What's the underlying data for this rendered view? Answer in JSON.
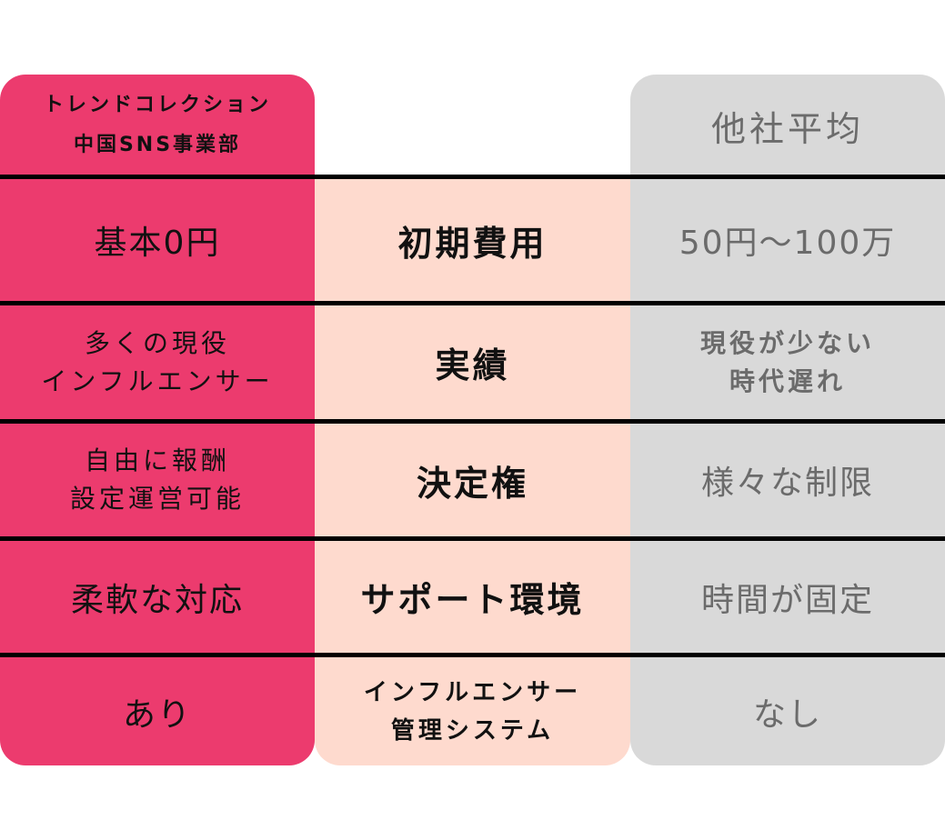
{
  "colors": {
    "ours_column": "#ec3b6e",
    "category_column": "#fedace",
    "other_column": "#d9d9d9",
    "other_text": "#6b6b6b",
    "divider": "#000000"
  },
  "header": {
    "ours_line1": "トレンドコレクション",
    "ours_line2": "中国SNS事業部",
    "other": "他社平均"
  },
  "rows": [
    {
      "category": "初期費用",
      "ours": [
        "基本0円"
      ],
      "other": [
        "50円〜100万"
      ]
    },
    {
      "category": "実績",
      "ours": [
        "多くの現役",
        "インフルエンサー"
      ],
      "other": [
        "現役が少ない",
        "時代遅れ"
      ]
    },
    {
      "category": "決定権",
      "ours": [
        "自由に報酬",
        "設定運営可能"
      ],
      "other": [
        "様々な制限"
      ]
    },
    {
      "category": "サポート環境",
      "ours": [
        "柔軟な対応"
      ],
      "other": [
        "時間が固定"
      ]
    },
    {
      "category_lines": [
        "インフルエンサー",
        "管理システム"
      ],
      "ours": [
        "あり"
      ],
      "other": [
        "なし"
      ]
    }
  ]
}
